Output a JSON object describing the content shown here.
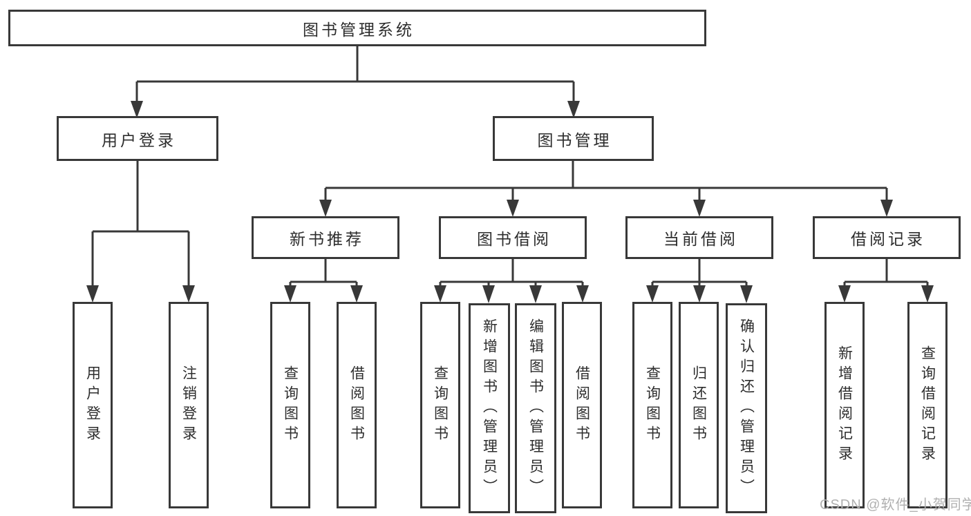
{
  "diagram": {
    "tree": {
      "root": "图书管理系统",
      "login": {
        "label": "用户登录",
        "children": {
          "user_login": "用户登录",
          "logout": "注销登录"
        }
      },
      "management": {
        "label": "图书管理",
        "children": {
          "new_book": {
            "label": "新书推荐",
            "children": {
              "query": "查询图书",
              "borrow": "借阅图书"
            }
          },
          "borrowing": {
            "label": "图书借阅",
            "children": {
              "query": "查询图书",
              "add": "新增图书（管理员）",
              "edit": "编辑图书（管理员）",
              "borrow": "借阅图书"
            }
          },
          "current": {
            "label": "当前借阅",
            "children": {
              "query": "查询图书",
              "return": "归还图书",
              "confirm": "确认归还（管理员）"
            }
          },
          "records": {
            "label": "借阅记录",
            "children": {
              "add": "新增借阅记录",
              "query": "查询借阅记录"
            }
          }
        }
      }
    },
    "colors": {
      "line": "#383838",
      "box_border": "#383838",
      "text": "#2d2d2d",
      "background": "#ffffff",
      "watermark_text": "#b0b0b0"
    }
  },
  "watermark": "CSDN @软件_小贺同学"
}
